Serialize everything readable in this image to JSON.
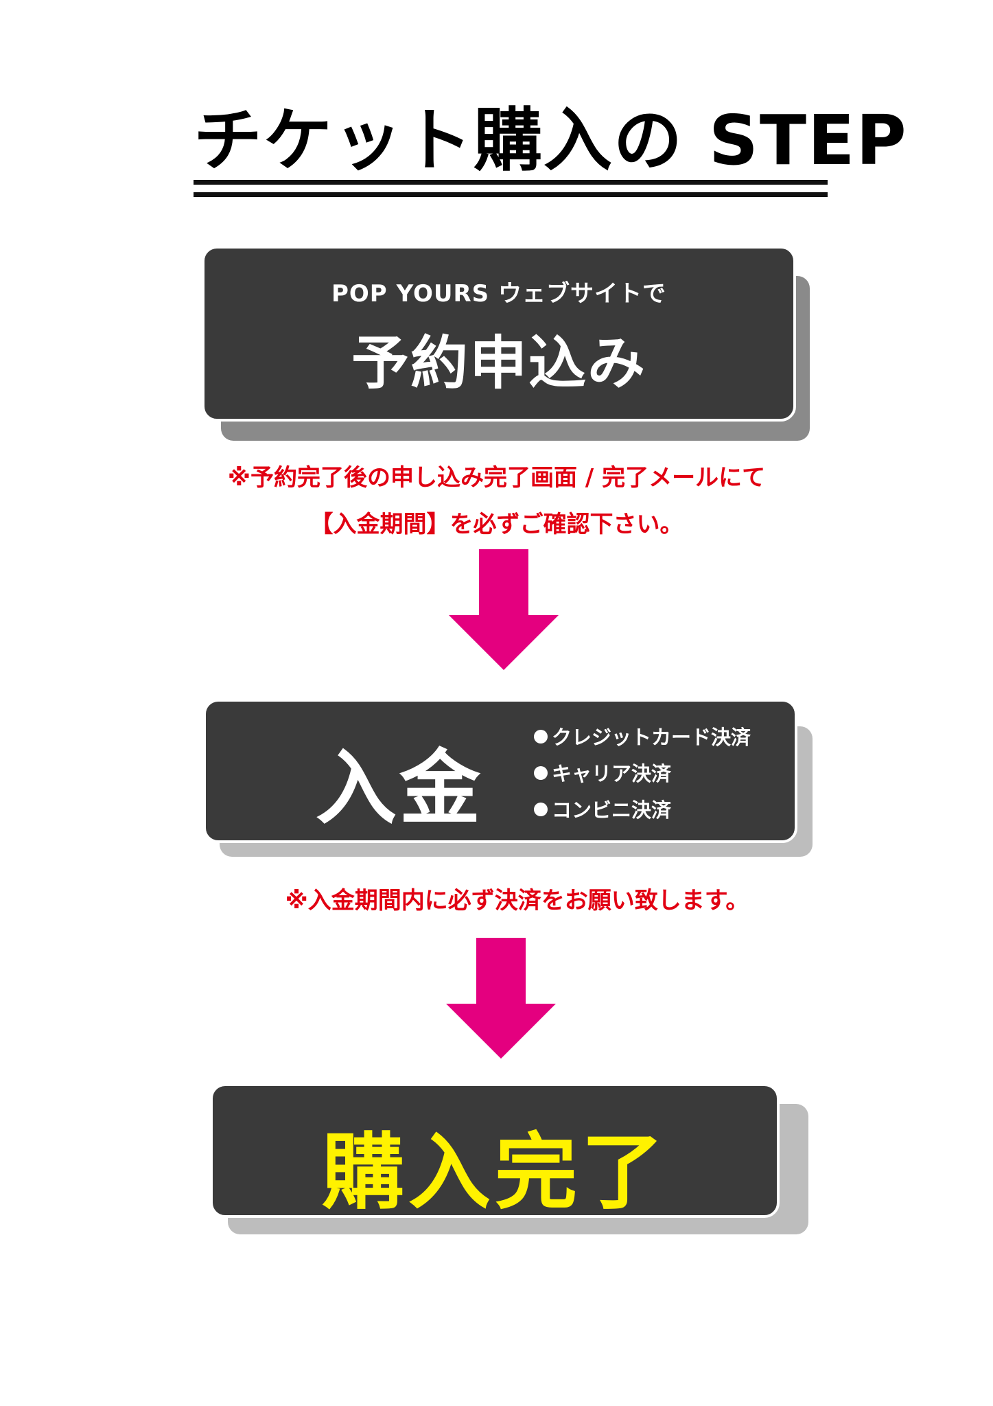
{
  "title": "チケット購入の STEP",
  "step1": {
    "subtitle": "POP YOURS ウェブサイトで",
    "label": "予約申込み"
  },
  "note1": {
    "line1": "※予約完了後の申し込み完了画面 / 完了メールにて",
    "line2": "【入金期間】を必ずご確認下さい。"
  },
  "step2": {
    "label": "入金",
    "methods": [
      "クレジットカード決済",
      "キャリア決済",
      "コンビニ決済"
    ]
  },
  "note2": "※入金期間内に必ず決済をお願い致します。",
  "step3": {
    "label": "購入完了"
  },
  "colors": {
    "card_bg": "#3a3a3a",
    "note_red": "#e10012",
    "arrow_magenta": "#e4007f",
    "complete_yellow": "#fff200"
  }
}
